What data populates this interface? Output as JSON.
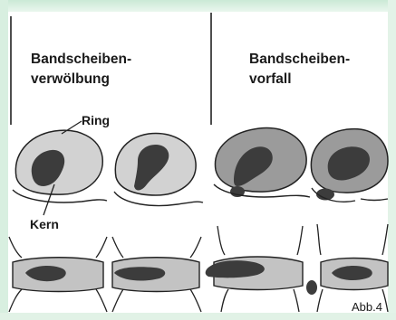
{
  "headings": {
    "bulge": [
      "Bandscheiben-",
      "verwölbung"
    ],
    "prolapse": [
      "Bandscheiben-",
      "vorfall"
    ]
  },
  "labels": {
    "ring": "Ring",
    "kern": "Kern",
    "figure": "Abb.4"
  },
  "colors": {
    "background_tint": "#ccead8",
    "ring_fill": "#d2d2d2",
    "ring_fill_dark": "#9b9b9b",
    "nucleus_fill": "#3c3c3c",
    "disc_fill": "#c3c3c3",
    "line": "#222222"
  }
}
